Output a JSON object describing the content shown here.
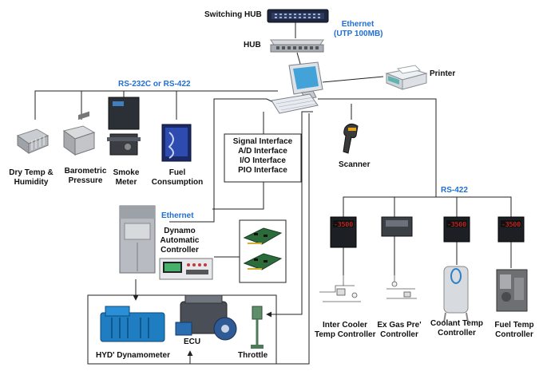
{
  "network": {
    "switching_hub": "Switching HUB",
    "hub": "HUB",
    "ethernet": "Ethernet",
    "ethernet_spec": "(UTP 100MB)",
    "printer": "Printer",
    "rs232": "RS-232C or RS-422",
    "rs422": "RS-422",
    "scanner": "Scanner",
    "ethernet2": "Ethernet"
  },
  "sensors": {
    "dry_temp_1": "Dry Temp &",
    "dry_temp_2": "Humidity",
    "baro_1": "Barometric",
    "baro_2": "Pressure",
    "smoke_1": "Smoke",
    "smoke_2": "Meter",
    "fuel_1": "Fuel",
    "fuel_2": "Consumption"
  },
  "interface_box": {
    "line1": "Signal Interface",
    "line2": "A/D Interface",
    "line3": "I/O Interface",
    "line4": "PIO Interface"
  },
  "dynamo": {
    "line1": "Dynamo",
    "line2": "Automatic",
    "line3": "Controller"
  },
  "engine": {
    "dynamometer": "HYD' Dynamometer",
    "ecu": "ECU",
    "throttle": "Throttle"
  },
  "controllers": {
    "display": "-3500",
    "inter_1": "Inter Cooler",
    "inter_2": "Temp Controller",
    "exgas_1": "Ex Gas Pre'",
    "exgas_2": "Controller",
    "coolant_1": "Coolant Temp",
    "coolant_2": "Controller",
    "fuel_1": "Fuel Temp",
    "fuel_2": "Controller"
  },
  "colors": {
    "line": "#222222",
    "label_blue": "#1f6fd1",
    "display_red": "#ff2a2a"
  }
}
